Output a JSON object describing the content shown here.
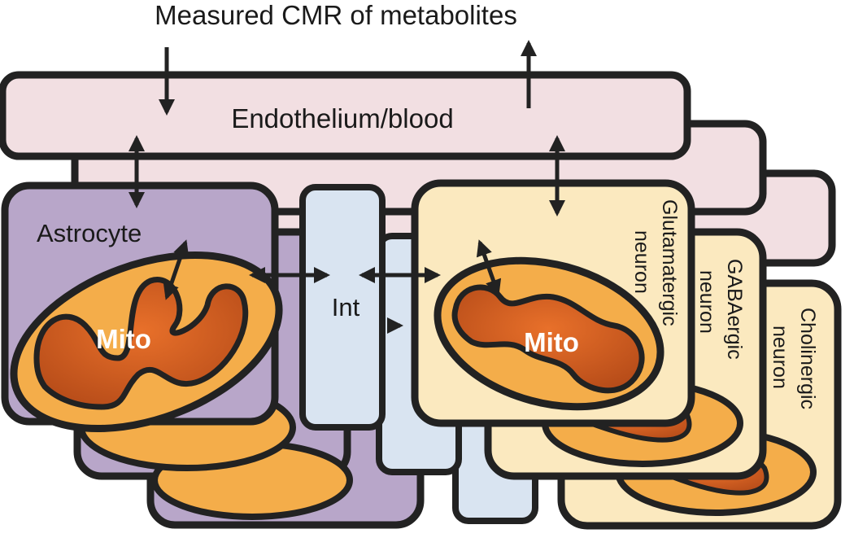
{
  "title": "Measured CMR of metabolites",
  "endothelium_label": "Endothelium/blood",
  "astrocyte_label": "Astrocyte",
  "interstitial_label": "Int",
  "mito_left_label": "Mito",
  "mito_right_label": "Mito",
  "neuron_labels": {
    "glutamatergic": {
      "line1": "Glutamatergic",
      "line2": "neuron"
    },
    "gabaergic": {
      "line1": "GABAergic",
      "line2": "neuron"
    },
    "cholinergic": {
      "line1": "Cholinergic",
      "line2": "neuron"
    }
  },
  "colors": {
    "endothelium": "#f2dfe2",
    "astrocyte": "#b8a6c9",
    "interstitial": "#d9e4f1",
    "neuron": "#fbe9bf",
    "mito_outer": "#f4ad4a",
    "mito_inner": "#cf5a1f",
    "outline": "#222222"
  }
}
